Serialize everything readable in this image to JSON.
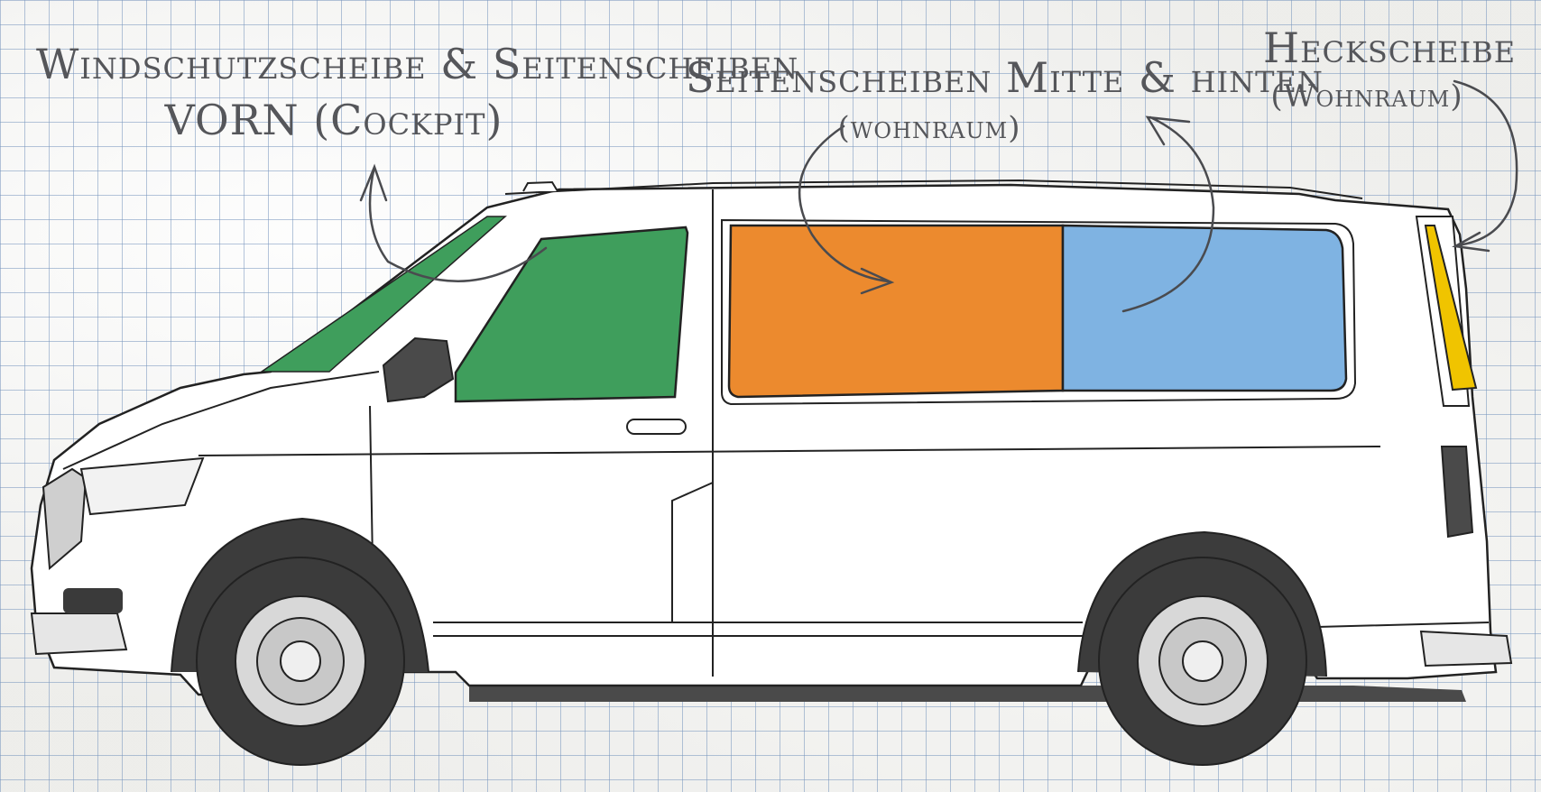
{
  "labels": {
    "front": {
      "line1": "Windschutzscheibe & Seitenscheiben",
      "line2": "VORN (Cockpit)"
    },
    "middle": {
      "line1": "Seitenscheiben Mitte & hinten",
      "line2": "(wohnraum)"
    },
    "rear": {
      "line1": "Heckscheibe",
      "line2": "(Wohnraum)"
    }
  },
  "colors": {
    "front_windows": "#3f9e5c",
    "middle_window": "#ec8a2e",
    "rear_side_window": "#7fb3e2",
    "rear_window": "#f0c400",
    "ink": "#55565a",
    "grid": "#7896be"
  }
}
